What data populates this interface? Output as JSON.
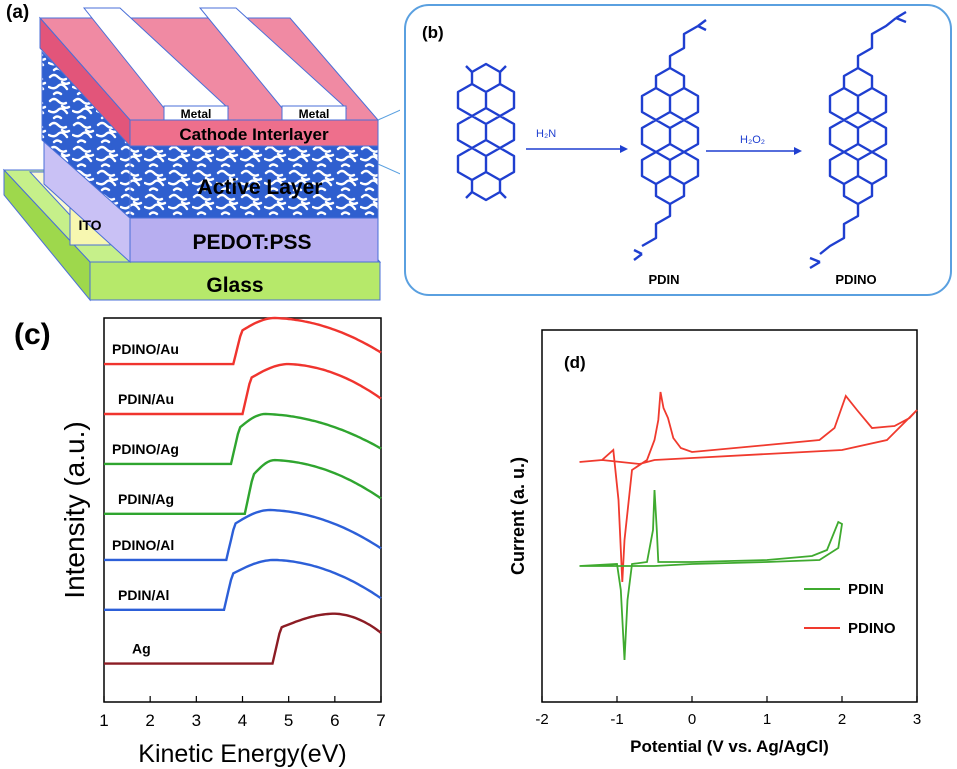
{
  "panel_a": {
    "label": "(a)",
    "layers": {
      "metal_left": "Metal",
      "metal_right": "Metal",
      "cathode": "Cathode Interlayer",
      "active": "Active Layer",
      "ito": "ITO",
      "pedot": "PEDOT:PSS",
      "glass": "Glass"
    },
    "colors": {
      "metal": "#ffffff",
      "cathode": "#ee6f8c",
      "active": "#2f5fcf",
      "pedot": "#b7aef0",
      "ito": "#f7f7b0",
      "glass": "#b6e96a",
      "outline": "#4a6fd8"
    }
  },
  "panel_b": {
    "label": "(b)",
    "reagent_1": "H₂N",
    "reagent_2": "H₂O₂",
    "compound_1": "PDIN",
    "compound_2": "PDINO",
    "structure_color": "#1f3fd0",
    "border_color": "#5aa0e0"
  },
  "chart_data": [
    {
      "type": "line",
      "panel": "(c)",
      "xlabel": "Kinetic Energy(eV)",
      "ylabel": "Intensity (a.u.)",
      "xlim": [
        1,
        7
      ],
      "xticks": [
        "1",
        "2",
        "3",
        "4",
        "5",
        "6",
        "7"
      ],
      "series": [
        {
          "name": "PDINO/Au",
          "color": "#f0342e",
          "onset": 3.8,
          "peak_x": 4.7,
          "base": 0.88,
          "peak": 1.0,
          "end": 0.91
        },
        {
          "name": "PDIN/Au",
          "color": "#f0342e",
          "onset": 4.0,
          "peak_x": 5.0,
          "base": 0.75,
          "peak": 0.88,
          "end": 0.79
        },
        {
          "name": "PDINO/Ag",
          "color": "#2fa52f",
          "onset": 3.75,
          "peak_x": 4.5,
          "base": 0.62,
          "peak": 0.75,
          "end": 0.66
        },
        {
          "name": "PDIN/Ag",
          "color": "#2fa52f",
          "onset": 4.05,
          "peak_x": 4.7,
          "base": 0.49,
          "peak": 0.63,
          "end": 0.53
        },
        {
          "name": "PDINO/Al",
          "color": "#2c5fd8",
          "onset": 3.65,
          "peak_x": 4.6,
          "base": 0.37,
          "peak": 0.5,
          "end": 0.4
        },
        {
          "name": "PDIN/Al",
          "color": "#2c5fd8",
          "onset": 3.6,
          "peak_x": 4.7,
          "base": 0.24,
          "peak": 0.37,
          "end": 0.27
        },
        {
          "name": "Ag",
          "color": "#8c1c24",
          "onset": 4.65,
          "peak_x": 6.0,
          "base": 0.1,
          "peak": 0.23,
          "end": 0.18
        }
      ]
    },
    {
      "type": "line",
      "panel": "(d)",
      "xlabel": "Potential (V vs. Ag/AgCl)",
      "ylabel": "Current (a. u.)",
      "xlim": [
        -2,
        3
      ],
      "xticks": [
        "-2",
        "-1",
        "0",
        "1",
        "2",
        "3"
      ],
      "legend": "bottom-right",
      "series": [
        {
          "name": "PDIN",
          "color": "#3faa2f"
        },
        {
          "name": "PDINO",
          "color": "#f03a2e"
        }
      ]
    }
  ]
}
